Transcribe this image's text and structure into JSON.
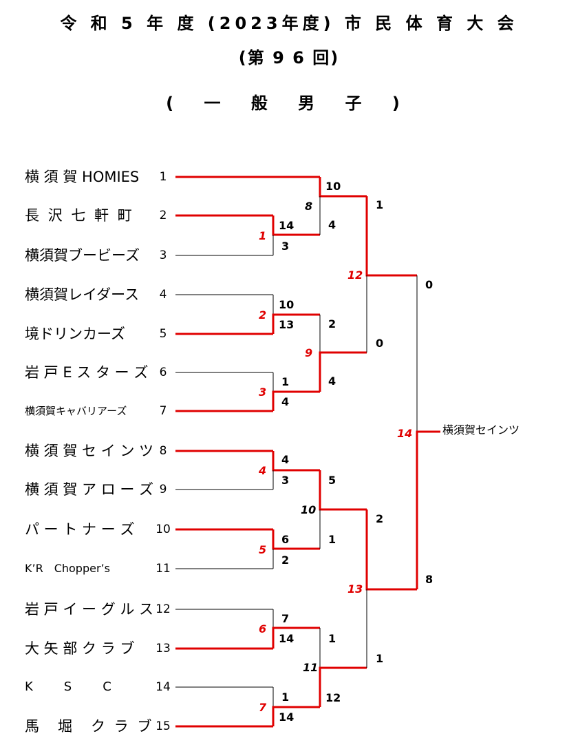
{
  "title": {
    "line1": "令 和 5 年 度 (2023年度) 市 民 体 育 大 会",
    "line2": "(第 9 6 回)",
    "line3": "( 一 般 男 子 )"
  },
  "teams": [
    {
      "seed": "1",
      "name": "横 須 賀 HOMIES"
    },
    {
      "seed": "2",
      "name": "長 沢 七 軒 町"
    },
    {
      "seed": "3",
      "name": "横須賀ブービーズ"
    },
    {
      "seed": "4",
      "name": "横須賀レイダース"
    },
    {
      "seed": "5",
      "name": "境ドリンカーズ"
    },
    {
      "seed": "6",
      "name": "岩 戸 E ス タ ー ズ"
    },
    {
      "seed": "7",
      "name": "横須賀キャバリアーズ"
    },
    {
      "seed": "8",
      "name": "横 須 賀 セ イ ン ツ"
    },
    {
      "seed": "9",
      "name": "横 須 賀 ア ロ ー ズ"
    },
    {
      "seed": "10",
      "name": "パ ー ト ナ ー ズ"
    },
    {
      "seed": "11",
      "name": "K’R　Chopper’s"
    },
    {
      "seed": "12",
      "name": "岩 戸 イ ー グ ル ス"
    },
    {
      "seed": "13",
      "name": "大 矢 部 ク ラ ブ"
    },
    {
      "seed": "14",
      "name": "K　　S　　C"
    },
    {
      "seed": "15",
      "name": "馬　堀　ク ラ ブ"
    }
  ],
  "round1": [
    {
      "match": "1",
      "top": "14",
      "bottom": "3"
    },
    {
      "match": "2",
      "top": "10",
      "bottom": "13"
    },
    {
      "match": "3",
      "top": "1",
      "bottom": "4"
    },
    {
      "match": "4",
      "top": "4",
      "bottom": "3"
    },
    {
      "match": "5",
      "top": "6",
      "bottom": "2"
    },
    {
      "match": "6",
      "top": "7",
      "bottom": "14"
    },
    {
      "match": "7",
      "top": "1",
      "bottom": "14"
    }
  ],
  "round2": [
    {
      "match": "8",
      "top": "10",
      "bottom": "4"
    },
    {
      "match": "9",
      "top": "2",
      "bottom": "4"
    },
    {
      "match": "10",
      "top": "5",
      "bottom": "1"
    },
    {
      "match": "11",
      "top": "1",
      "bottom": "12"
    }
  ],
  "semis": [
    {
      "match": "12",
      "top": "1",
      "bottom": "0"
    },
    {
      "match": "13",
      "top": "2",
      "bottom": "1"
    }
  ],
  "final": {
    "match": "14",
    "top": "0",
    "bottom": "8"
  },
  "champion": "横須賀セインツ",
  "colors": {
    "winner_line": "#e00000",
    "loser_line": "#000000",
    "match_red": "#e00000"
  }
}
